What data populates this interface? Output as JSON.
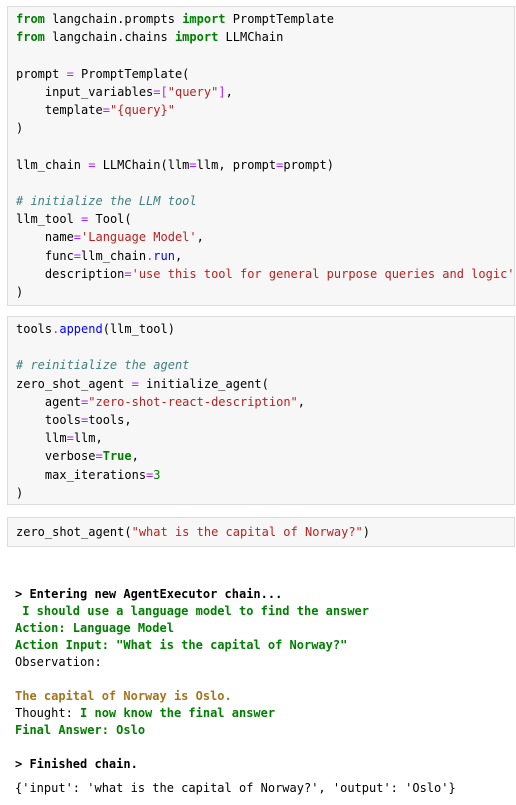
{
  "cell1": {
    "l1": {
      "kw1": "from",
      "mod": " langchain.prompts ",
      "kw2": "import",
      "name": " PromptTemplate"
    },
    "l2": {
      "kw1": "from",
      "mod": " langchain.chains ",
      "kw2": "import",
      "name": " LLMChain"
    },
    "l4": {
      "a": "prompt ",
      "op": "=",
      "b": " PromptTemplate("
    },
    "l5": {
      "a": "    input_variables",
      "op1": "=",
      "br1": "[",
      "s": "\"query\"",
      "br2": "]",
      "c": ","
    },
    "l6": {
      "a": "    template",
      "op": "=",
      "s": "\"{query}\""
    },
    "l7": ")",
    "l9": {
      "a": "llm_chain ",
      "op1": "=",
      "b": " LLMChain(llm",
      "op2": "=",
      "c": "llm, prompt",
      "op3": "=",
      "d": "prompt)"
    },
    "l11": "# initialize the LLM tool",
    "l12": {
      "a": "llm_tool ",
      "op": "=",
      "b": " Tool("
    },
    "l13": {
      "a": "    name",
      "op": "=",
      "s": "'Language Model'",
      "c": ","
    },
    "l14": {
      "a": "    func",
      "op": "=",
      "b": "llm_chain",
      "dot": ".",
      "run": "run",
      "c": ","
    },
    "l15": {
      "a": "    description",
      "op": "=",
      "s": "'use this tool for general purpose queries and logic'"
    },
    "l16": ")"
  },
  "cell2": {
    "l1": {
      "a": "tools",
      "dot": ".",
      "fn": "append",
      "b": "(llm_tool)"
    },
    "l3": "# reinitialize the agent",
    "l4": {
      "a": "zero_shot_agent ",
      "op": "=",
      "b": " initialize_agent("
    },
    "l5": {
      "a": "    agent",
      "op": "=",
      "s": "\"zero-shot-react-description\"",
      "c": ","
    },
    "l6": {
      "a": "    tools",
      "op": "=",
      "b": "tools,"
    },
    "l7": {
      "a": "    llm",
      "op": "=",
      "b": "llm,"
    },
    "l8": {
      "a": "    verbose",
      "op": "=",
      "kw": "True",
      "c": ","
    },
    "l9": {
      "a": "    max_iterations",
      "op": "=",
      "num": "3"
    },
    "l10": ")"
  },
  "cell3": {
    "l1": {
      "a": "zero_shot_agent(",
      "s": "\"what is the capital of Norway?\"",
      "b": ")"
    }
  },
  "output": {
    "entering": "> Entering new AgentExecutor chain...",
    "thought1": " I should use a language model to find the answer",
    "action": "Action: Language Model",
    "action_input": "Action Input: \"What is the capital of Norway?\"",
    "observation": "Observation:",
    "answer": "The capital of Norway is Oslo.",
    "thought_label": "Thought: ",
    "thought2": "I now know the final answer",
    "final": "Final Answer: Oslo",
    "finished": "> Finished chain.",
    "result": "{'input': 'what is the capital of Norway?', 'output': 'Oslo'}"
  }
}
